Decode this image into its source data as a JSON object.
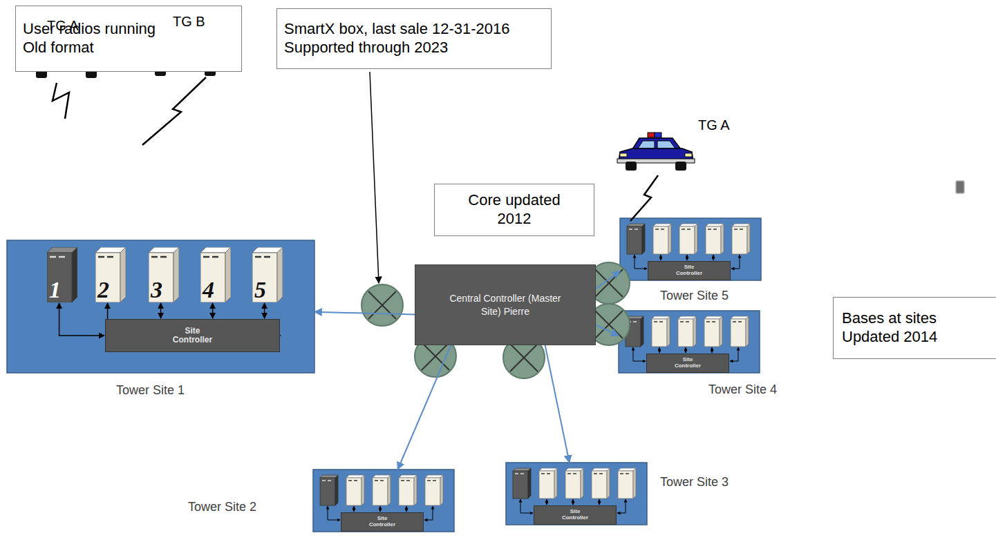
{
  "diagram": {
    "nodes": [
      {
        "text": [
          "User radios running Old format"
        ]
      },
      {
        "text": [
          "SmartX box, last sale 12-31-2016 Supported through 2023"
        ]
      },
      {
        "text": [
          "Core updated 2012"
        ]
      },
      {
        "text": [
          "Tower Site 1"
        ]
      },
      {
        "text": [
          "1"
        ],
        "in": 3
      },
      {
        "text": [
          "2"
        ],
        "in": 3
      },
      {
        "text": [
          "3"
        ],
        "in": 3
      },
      {
        "text": [
          "4"
        ],
        "in": 3
      },
      {
        "text": [
          "5"
        ],
        "in": 3
      },
      {
        "text": [
          "Site Controller"
        ],
        "in": 3
      },
      {
        "text": [
          "Central Controller (Master Site) Pierre"
        ]
      },
      {
        "text": [
          "Tower Site 5"
        ]
      },
      {
        "text": [
          "Site Controller"
        ],
        "in": 11
      },
      {
        "text": [
          "Tower Site 4"
        ]
      },
      {
        "text": [
          "Site Controller"
        ],
        "in": 13
      },
      {
        "text": [
          "Bases at sites Updated 2014"
        ]
      },
      {
        "text": [
          "Tower Site 3"
        ]
      },
      {
        "text": [
          "Site Controller"
        ],
        "in": 16
      },
      {
        "text": [
          "Tower Site 2"
        ]
      },
      {
        "text": [
          "Site Controller"
        ],
        "in": 18
      }
    ],
    "edges": [
      {
        "from": 10,
        "to": 3,
        "arrow": "to"
      },
      {
        "from": 10,
        "to": 11,
        "arrow": "to"
      },
      {
        "from": 10,
        "to": 13,
        "arrow": "to"
      },
      {
        "from": 10,
        "to": 16,
        "arrow": "to"
      },
      {
        "from": 10,
        "to": 18,
        "arrow": "to"
      },
      {
        "from": 4,
        "to": 9,
        "arrow": "both"
      },
      {
        "from": 5,
        "to": 9,
        "arrow": "both"
      },
      {
        "from": 6,
        "to": 9,
        "arrow": "both"
      },
      {
        "from": 7,
        "to": 9,
        "arrow": "both"
      },
      {
        "from": 8,
        "to": 9,
        "arrow": "both"
      }
    ],
    "labels": [
      "TG A",
      "TG B",
      "TG A"
    ]
  }
}
